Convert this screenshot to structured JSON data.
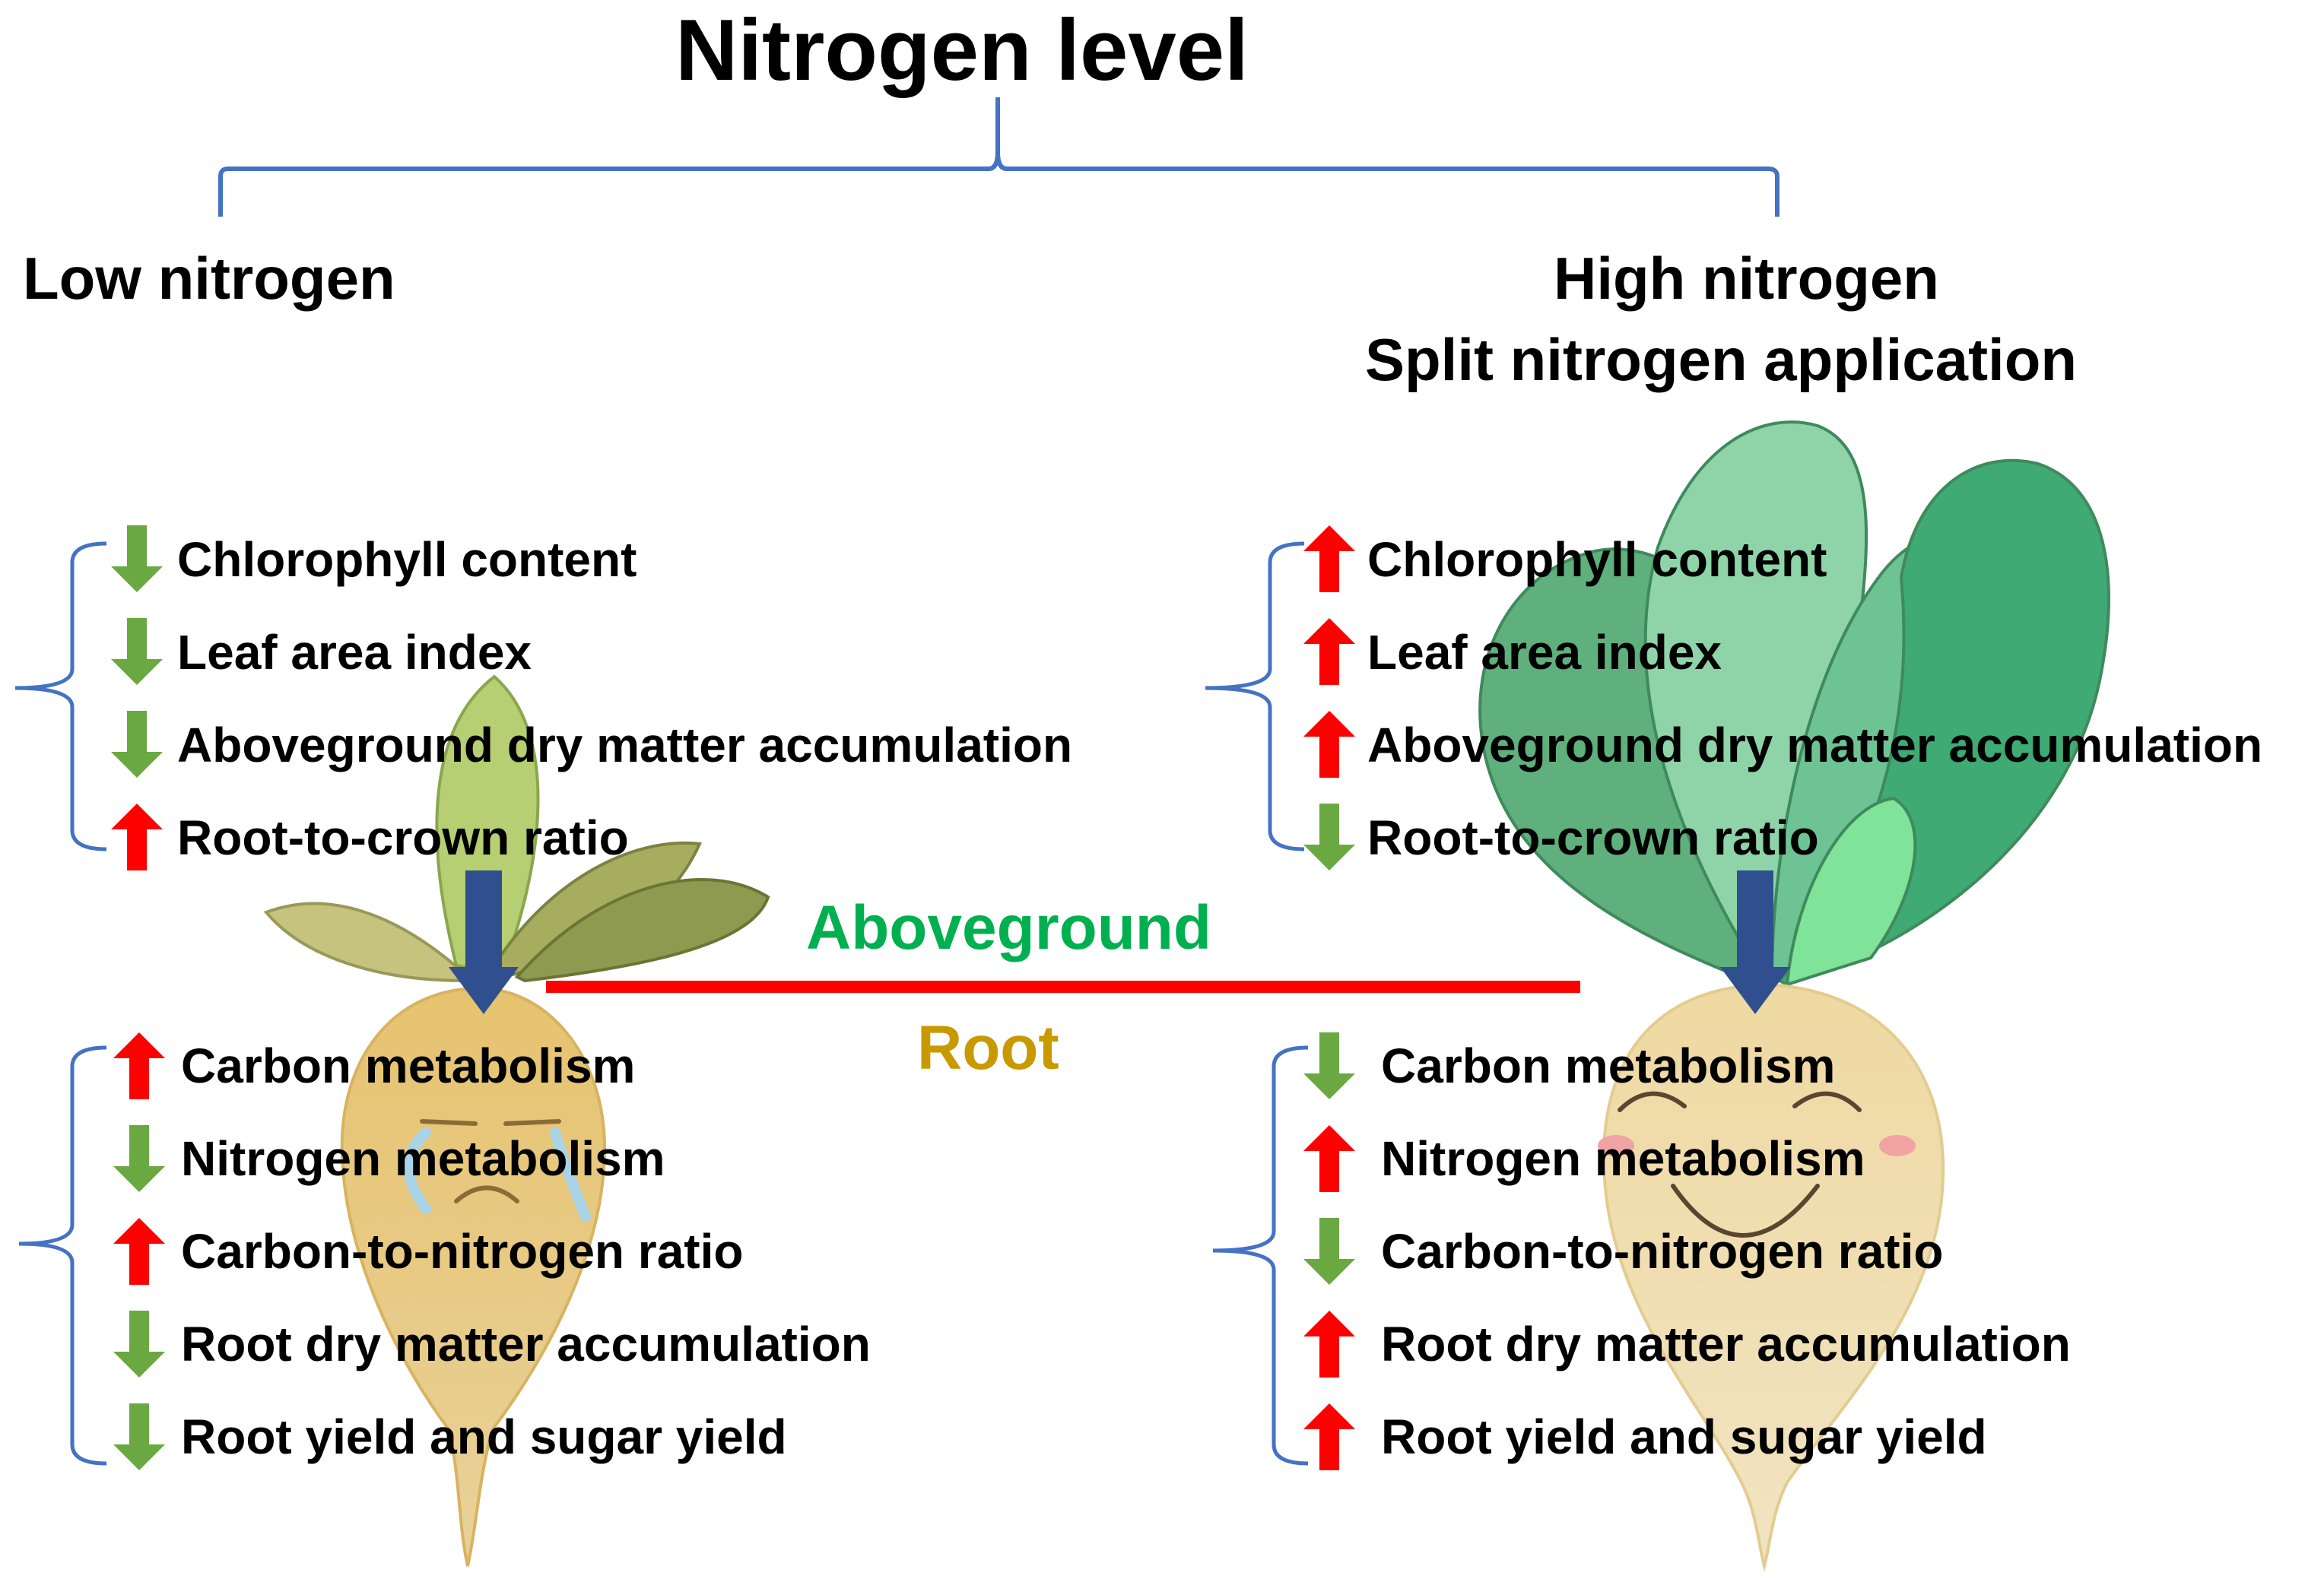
{
  "title": "Nitrogen level",
  "left": {
    "heading": "Low nitrogen",
    "aboveground_items": [
      {
        "label": "Chlorophyll content",
        "direction": "down"
      },
      {
        "label": "Leaf area index",
        "direction": "down"
      },
      {
        "label": "Aboveground dry matter accumulation",
        "direction": "down"
      },
      {
        "label": "Root-to-crown ratio",
        "direction": "up"
      }
    ],
    "root_items": [
      {
        "label": "Carbon metabolism",
        "direction": "up"
      },
      {
        "label": "Nitrogen metabolism",
        "direction": "down"
      },
      {
        "label": "Carbon-to-nitrogen ratio",
        "direction": "up"
      },
      {
        "label": "Root dry matter accumulation",
        "direction": "down"
      },
      {
        "label": "Root yield and sugar yield",
        "direction": "down"
      }
    ]
  },
  "right": {
    "heading_line1": "High nitrogen",
    "heading_line2": "Split nitrogen application",
    "aboveground_items": [
      {
        "label": "Chlorophyll content",
        "direction": "up"
      },
      {
        "label": "Leaf area index",
        "direction": "up"
      },
      {
        "label": "Aboveground dry matter accumulation",
        "direction": "up"
      },
      {
        "label": "Root-to-crown ratio",
        "direction": "down"
      }
    ],
    "root_items": [
      {
        "label": "Carbon metabolism",
        "direction": "down"
      },
      {
        "label": "Nitrogen metabolism",
        "direction": "up"
      },
      {
        "label": "Carbon-to-nitrogen ratio",
        "direction": "down"
      },
      {
        "label": "Root dry matter accumulation",
        "direction": "up"
      },
      {
        "label": "Root yield and sugar yield",
        "direction": "up"
      }
    ]
  },
  "divider": {
    "aboveground_label": "Aboveground",
    "root_label": "Root"
  },
  "colors": {
    "up_arrow": "#ff0000",
    "down_arrow": "#6aa842",
    "bracket": "#4472c4",
    "flow_arrow": "#2f4f8f",
    "divider_line": "#ff0000",
    "aboveground_text": "#00b050",
    "root_text": "#c89a00"
  }
}
